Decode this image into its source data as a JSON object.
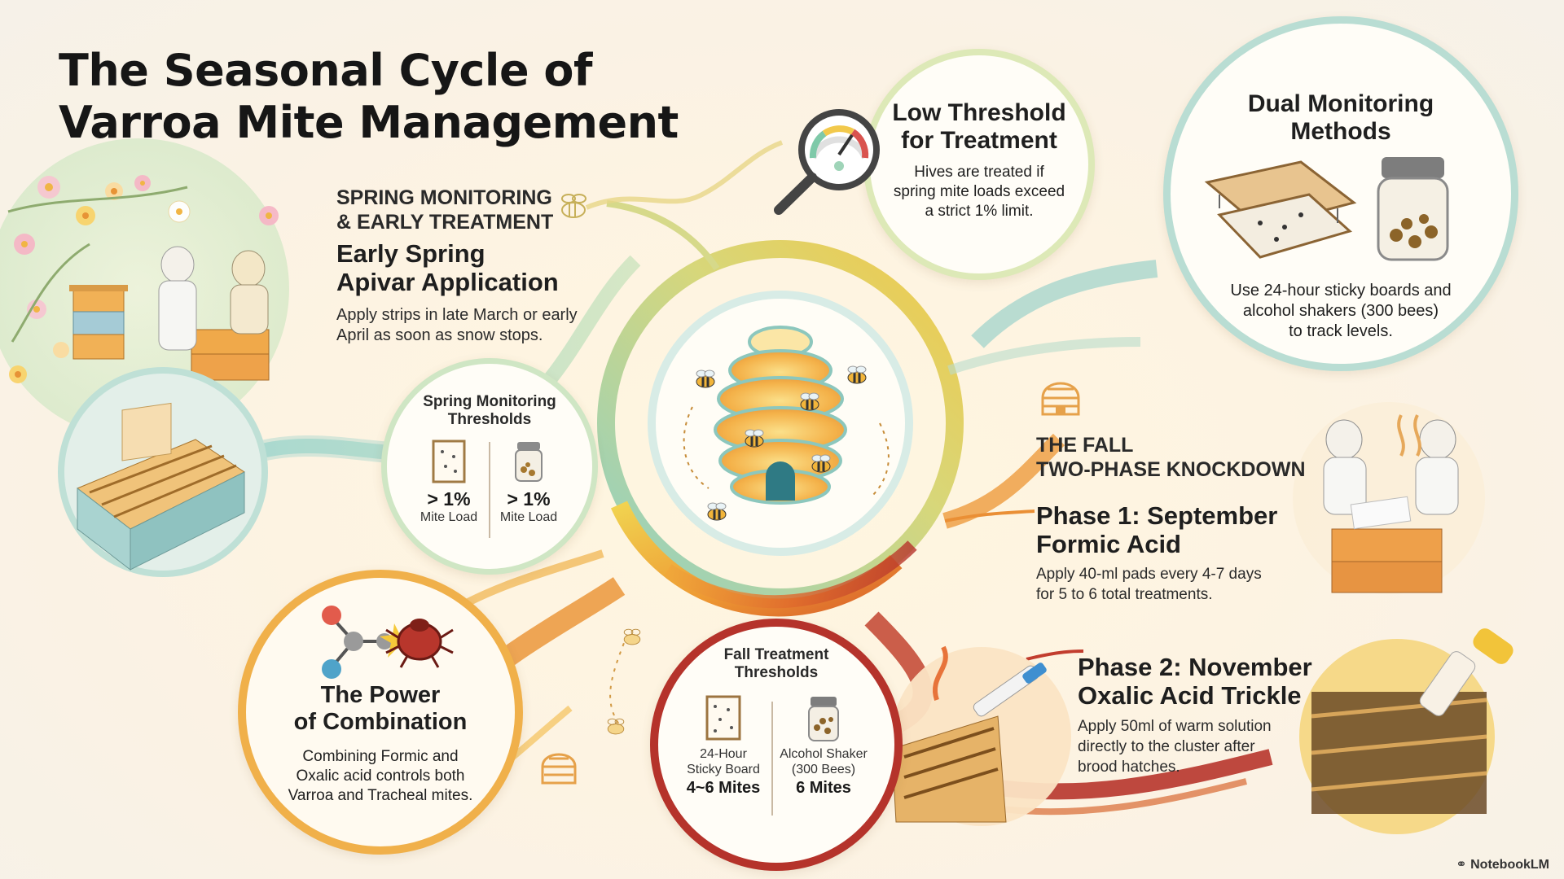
{
  "title": {
    "line1": "The Seasonal Cycle of",
    "line2": "Varroa Mite Management"
  },
  "spring": {
    "section_line1": "SPRING MONITORING",
    "section_line2": "& EARLY TREATMENT",
    "heading_line1": "Early Spring",
    "heading_line2": "Apivar Application",
    "text_line1": "Apply strips in late March or early",
    "text_line2": "April as soon as snow stops."
  },
  "spring_thresholds": {
    "title_line1": "Spring Monitoring",
    "title_line2": "Thresholds",
    "left_value": "> 1%",
    "left_label": "Mite Load",
    "right_value": "> 1%",
    "right_label": "Mite Load"
  },
  "low_threshold": {
    "title_line1": "Low Threshold",
    "title_line2": "for Treatment",
    "text_line1": "Hives are treated if",
    "text_line2": "spring mite loads exceed",
    "text_line3": "a strict 1% limit."
  },
  "dual_monitoring": {
    "title_line1": "Dual Monitoring",
    "title_line2": "Methods",
    "text_line1": "Use 24-hour sticky boards and",
    "text_line2": "alcohol shakers (300 bees)",
    "text_line3": "to track levels."
  },
  "fall": {
    "section_line1": "THE FALL",
    "section_line2": "TWO-PHASE KNOCKDOWN",
    "phase1_line1": "Phase 1: September",
    "phase1_line2": "Formic Acid",
    "phase1_text_line1": "Apply 40-ml pads every 4-7 days",
    "phase1_text_line2": "for 5 to 6 total treatments.",
    "phase2_line1": "Phase 2: November",
    "phase2_line2": "Oxalic Acid Trickle",
    "phase2_text_line1": "Apply 50ml of warm solution",
    "phase2_text_line2": "directly to the cluster after",
    "phase2_text_line3": "brood hatches."
  },
  "combination": {
    "title_line1": "The Power",
    "title_line2": "of Combination",
    "text_line1": "Combining Formic and",
    "text_line2": "Oxalic acid controls both",
    "text_line3": "Varroa and Tracheal mites."
  },
  "fall_thresholds": {
    "title_line1": "Fall Treatment",
    "title_line2": "Thresholds",
    "left_label_line1": "24-Hour",
    "left_label_line2": "Sticky Board",
    "left_value": "4~6 Mites",
    "right_label_line1": "Alcohol Shaker",
    "right_label_line2": "(300 Bees)",
    "right_value": "6 Mites"
  },
  "watermark": "NotebookLM",
  "icons": [
    "magnifier-gauge-icon",
    "sticky-board-icon",
    "alcohol-shaker-icon",
    "beehive-icon",
    "bee-icon",
    "molecule-icon",
    "mite-icon",
    "flame-icon",
    "syringe-icon",
    "bottle-icon"
  ],
  "colors": {
    "teal": "#8fcdc4",
    "yellow": "#f1cf4a",
    "orange": "#ea8a2b",
    "red": "#b5332b",
    "background": "#fdf3e2"
  }
}
